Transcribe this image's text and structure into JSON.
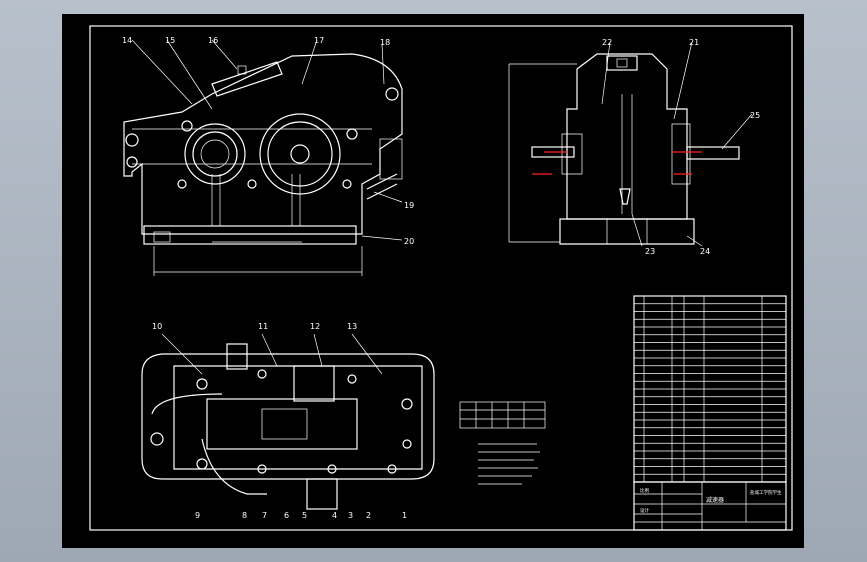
{
  "drawing": {
    "front_labels": [
      "14",
      "15",
      "16",
      "17",
      "18",
      "19",
      "20"
    ],
    "side_labels": [
      "22",
      "21",
      "25",
      "23",
      "24"
    ],
    "top_labels_upper": [
      "10",
      "11",
      "12",
      "13"
    ],
    "top_labels_lower": [
      "9",
      "8",
      "7",
      "6",
      "5",
      "4",
      "3",
      "2",
      "1"
    ],
    "title_block": {
      "drawing_name": "减速器",
      "org": "盐城工学院学生",
      "small_a": "比例",
      "small_b": "设计"
    },
    "colors": {
      "background": "#000000",
      "lines": "#ffffff",
      "center": "#ff2020",
      "window": "#a9b3bf"
    }
  }
}
